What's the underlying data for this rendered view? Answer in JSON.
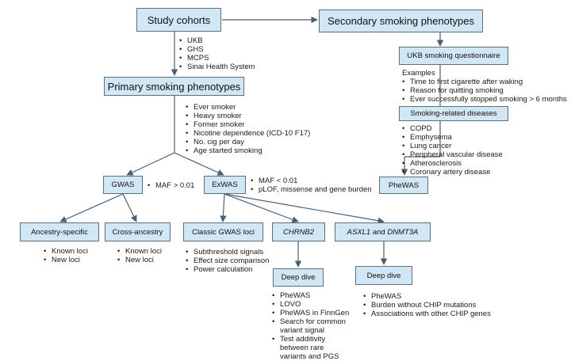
{
  "nodes": {
    "study_cohorts": "Study cohorts",
    "secondary": "Secondary smoking phenotypes",
    "primary": "Primary smoking phenotypes",
    "ukb_questionnaire": "UKB smoking questionnaire",
    "smoking_diseases": "Smoking-related diseases",
    "phewas_top": "PheWAS",
    "gwas": "GWAS",
    "exwas": "ExWAS",
    "ancestry_specific": "Ancestry-specific",
    "cross_ancestry": "Cross-ancestry",
    "classic_gwas": "Classic GWAS loci",
    "chrnb2": "CHRNB2",
    "asxl1_gene": "ASXL1",
    "asxl1_and": " and ",
    "dnmt3a_gene": "DNMT3A",
    "deep_dive_1": "Deep dive",
    "deep_dive_2": "Deep dive"
  },
  "lists": {
    "cohorts": [
      "UKB",
      "GHS",
      "MCPS",
      "Sinai Health System"
    ],
    "primary_phenotypes": [
      "Ever smoker",
      "Heavy smoker",
      "Former smoker",
      "Nicotine dependence (ICD-10 F17)",
      "No. cig per day",
      "Age started smoking"
    ],
    "gwas_filter": [
      "MAF > 0.01"
    ],
    "exwas_filter": [
      "MAF < 0.01",
      "pLOF, missense and gene burden"
    ],
    "questionnaire_header": "Examples",
    "questionnaire": [
      "Time to first cigarette after waking",
      "Reason for quitting smoking",
      "Ever successfully stopped smoking > 6 months"
    ],
    "diseases": [
      "COPD",
      "Emphysema",
      "Lung cancer",
      "Peripheral vascular disease",
      "Atherosclerosis",
      "Coronary artery disease"
    ],
    "ancestry_specific": [
      "Known loci",
      "New loci"
    ],
    "cross_ancestry": [
      "Known loci",
      "New loci"
    ],
    "classic_gwas": [
      "Subthreshold signals",
      "Effect size comparison",
      "Power calculation"
    ],
    "deep_dive_chrnb2": [
      "PheWAS",
      "LOVO",
      "PheWAS in FinnGen",
      "Search for common variant signal",
      "Test additivity between rare variants and PGS"
    ],
    "deep_dive_asxl1": [
      "PheWAS",
      "Burden without CHIP mutations",
      "Associations with other CHIP genes"
    ]
  },
  "colors": {
    "box_fill": "#d2e7f4",
    "box_border": "#5a6f80",
    "arrow": "#4a5f70"
  }
}
